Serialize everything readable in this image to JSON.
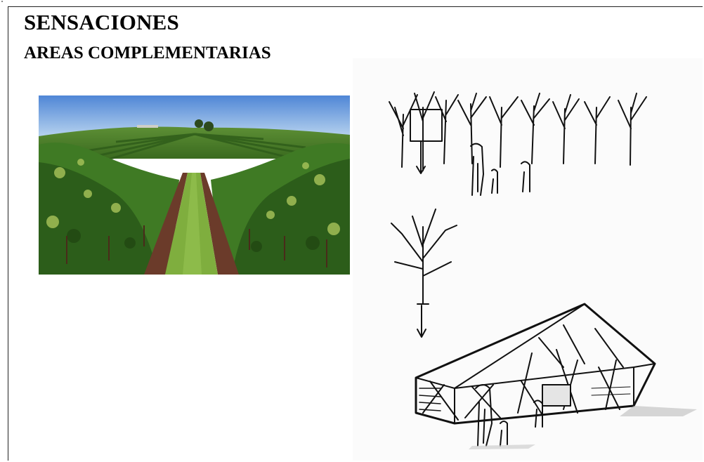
{
  "slide": {
    "title": "SENSACIONES",
    "subtitle": "AREAS COMPLEMENTARIAS"
  },
  "images": {
    "photo_description_icon": "vineyard-photo",
    "sketch_description_icon": "architectural-sketch"
  },
  "colors": {
    "sky_top": "#4f86d6",
    "sky_bottom": "#b9d4ef",
    "vine_dark": "#2c5d1a",
    "vine_mid": "#4f8a2a",
    "vine_light": "#a9c45a",
    "soil": "#6b3b2a",
    "grass": "#7fae3e",
    "ink": "#111111"
  }
}
